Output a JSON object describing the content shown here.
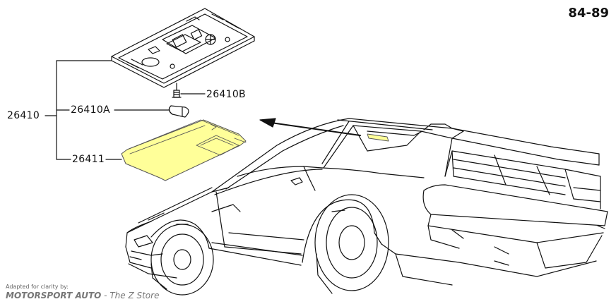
{
  "diagram": {
    "year_range": "84-89",
    "parts": {
      "assembly": "26410",
      "bulb": "26410A",
      "screw": "26410B",
      "lens": "26411"
    },
    "colors": {
      "line": "#111111",
      "highlight": "#ffff99",
      "highlight_stroke": "#555555"
    }
  },
  "credit": {
    "adapted": "Adapted for clarity by:",
    "brand": "MOTORSPORT AUTO",
    "suffix": " - The Z Store"
  }
}
